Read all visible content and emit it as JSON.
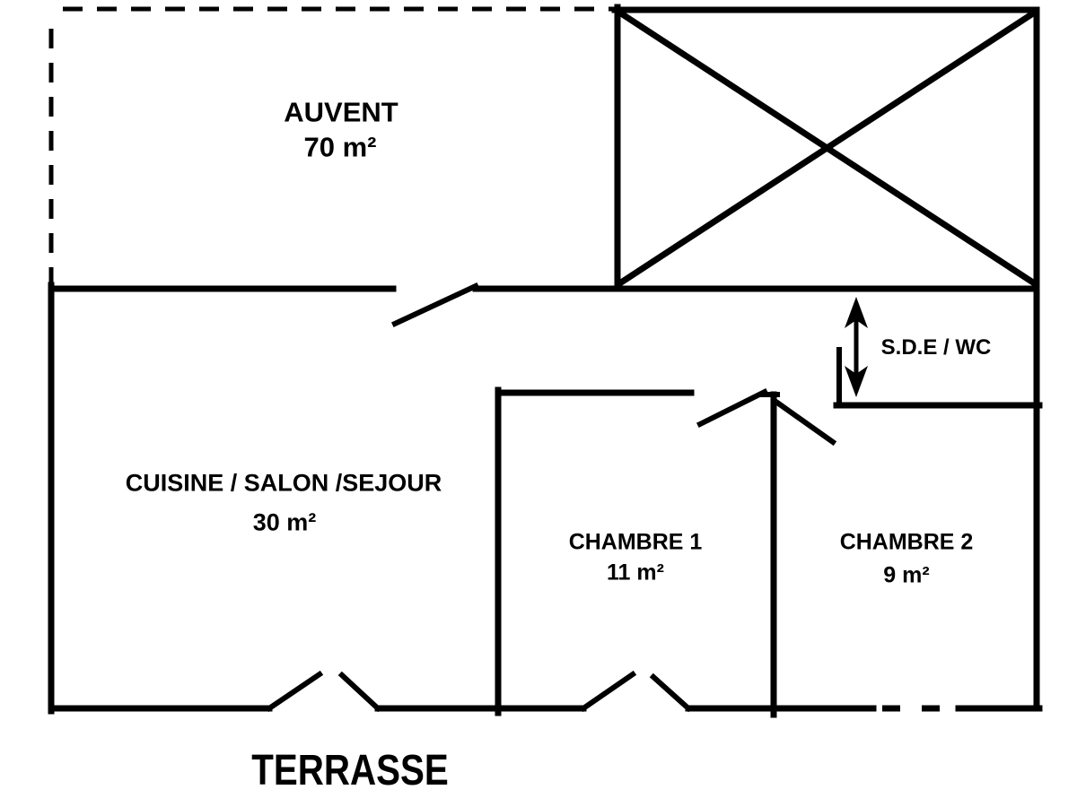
{
  "plan": {
    "rooms": {
      "auvent": {
        "name": "AUVENT",
        "area": "70 m²"
      },
      "cuisine": {
        "name": "CUISINE / SALON /SEJOUR",
        "area": "30 m²"
      },
      "chambre1": {
        "name": "CHAMBRE 1",
        "area": "11 m²"
      },
      "chambre2": {
        "name": "CHAMBRE 2",
        "area": "9 m²"
      },
      "sde": {
        "name": "S.D.E / WC"
      },
      "terrasse": {
        "name": "TERRASSE"
      }
    },
    "colors": {
      "line": "#000000",
      "background": "#ffffff"
    }
  }
}
